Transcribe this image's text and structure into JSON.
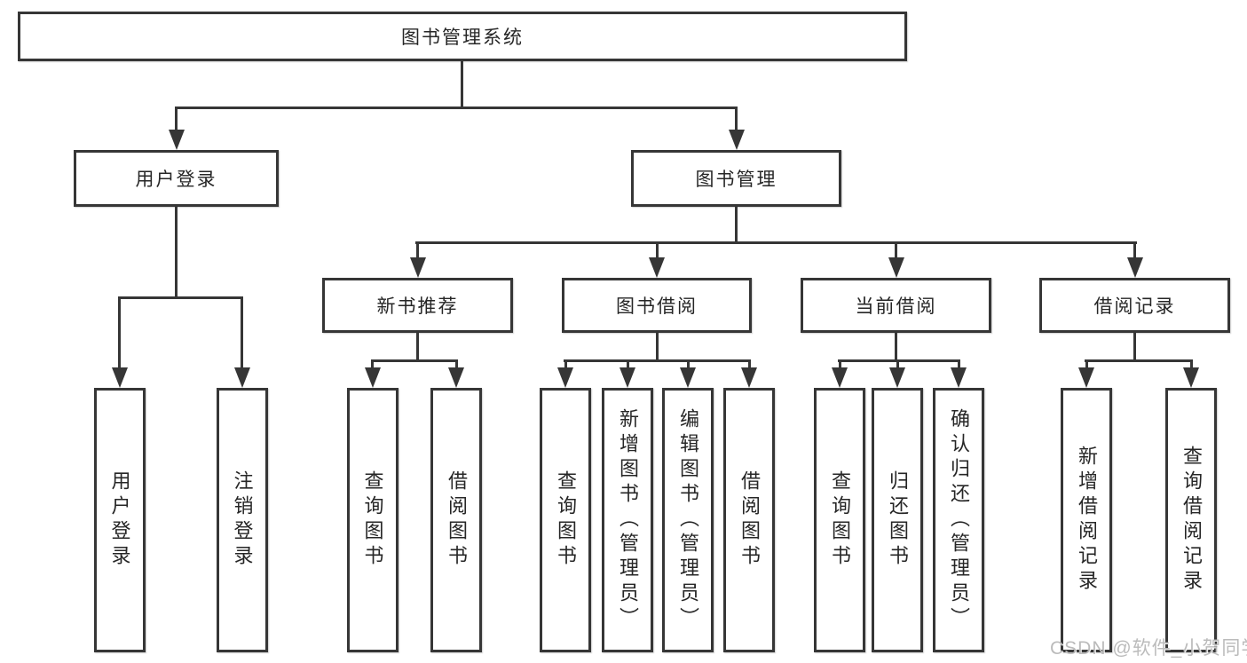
{
  "diagram": {
    "root": "图书管理系统",
    "branches": [
      {
        "label": "用户登录",
        "leaves": [
          "用户登录",
          "注销登录"
        ]
      },
      {
        "label": "图书管理",
        "sections": [
          {
            "label": "新书推荐",
            "leaves": [
              "查询图书",
              "借阅图书"
            ]
          },
          {
            "label": "图书借阅",
            "leaves": [
              "查询图书",
              "新增图书（管理员）",
              "编辑图书（管理员）",
              "借阅图书"
            ]
          },
          {
            "label": "当前借阅",
            "leaves": [
              "查询图书",
              "归还图书",
              "确认归还（管理员）"
            ]
          },
          {
            "label": "借阅记录",
            "leaves": [
              "新增借阅记录",
              "查询借阅记录"
            ]
          }
        ]
      }
    ]
  },
  "watermark": {
    "text": "CSDN @软件_小贺同学"
  },
  "colors": {
    "line": "#363636",
    "text": "#262626",
    "box_fill": "#ffffff",
    "watermark": "#b7b7b7",
    "background": "#ffffff"
  }
}
